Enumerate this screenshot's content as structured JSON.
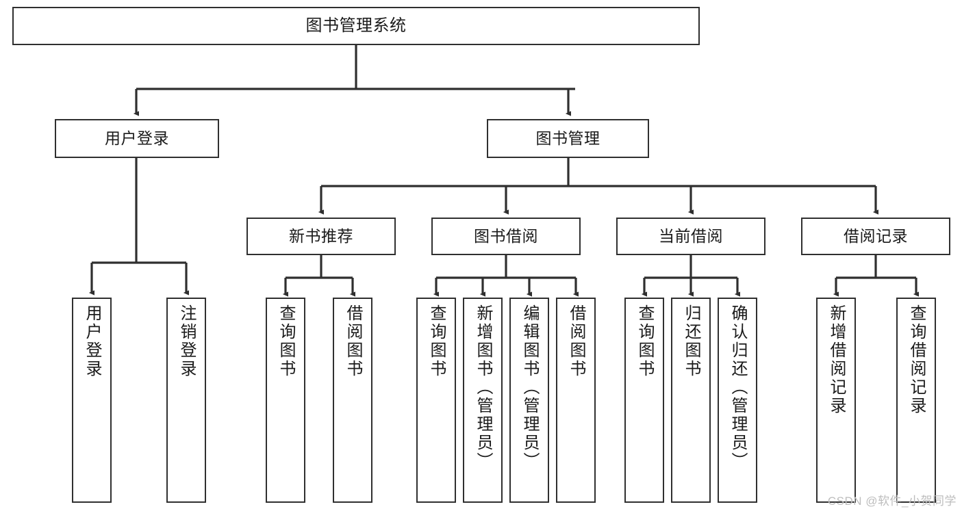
{
  "diagram": {
    "type": "tree-hierarchy-chart",
    "title": "图书管理系统",
    "watermark": "CSDN @软件_小贺同学",
    "colors": {
      "node_border": "#2f2f2f",
      "node_fill": "#ffffff",
      "edge": "#2f2f2f",
      "text": "#1a1a1a",
      "watermark": "#bdbdbd",
      "background": "#ffffff"
    },
    "nodes": {
      "root": {
        "label": "图书管理系统"
      },
      "level1": [
        {
          "id": "user-login",
          "label": "用户登录"
        },
        {
          "id": "book-manage",
          "label": "图书管理"
        }
      ],
      "level2": [
        {
          "id": "new-book-rec",
          "label": "新书推荐"
        },
        {
          "id": "book-borrow",
          "label": "图书借阅"
        },
        {
          "id": "current-borrow",
          "label": "当前借阅"
        },
        {
          "id": "borrow-record",
          "label": "借阅记录"
        }
      ],
      "leaves": {
        "user_login": [
          {
            "id": "leaf-user-login",
            "label": "用户登录"
          },
          {
            "id": "leaf-logout",
            "label": "注销登录"
          }
        ],
        "new_book_rec": [
          {
            "id": "leaf-query-book-1",
            "label": "查询图书"
          },
          {
            "id": "leaf-borrow-book-1",
            "label": "借阅图书"
          }
        ],
        "book_borrow": [
          {
            "id": "leaf-query-book-2",
            "label": "查询图书"
          },
          {
            "id": "leaf-add-book",
            "label": "新增图书（管理员）"
          },
          {
            "id": "leaf-edit-book",
            "label": "编辑图书（管理员）"
          },
          {
            "id": "leaf-borrow-book-2",
            "label": "借阅图书"
          }
        ],
        "current_borrow": [
          {
            "id": "leaf-query-book-3",
            "label": "查询图书"
          },
          {
            "id": "leaf-return-book",
            "label": "归还图书"
          },
          {
            "id": "leaf-confirm-return",
            "label": "确认归还（管理员）"
          }
        ],
        "borrow_record": [
          {
            "id": "leaf-add-record",
            "label": "新增借阅记录"
          },
          {
            "id": "leaf-query-record",
            "label": "查询借阅记录"
          }
        ]
      }
    }
  }
}
